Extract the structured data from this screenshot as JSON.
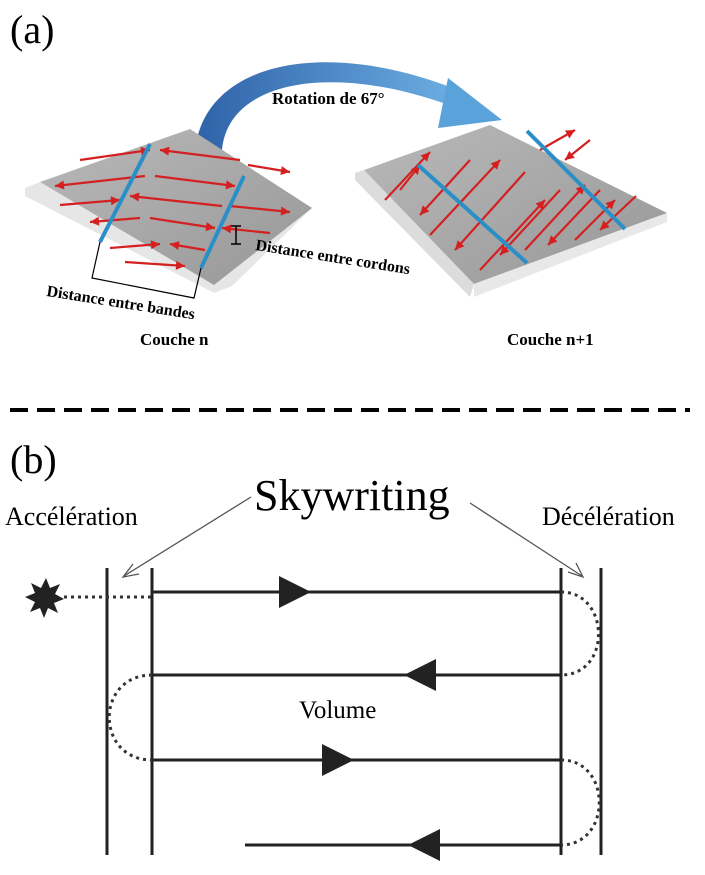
{
  "panel_a": {
    "label": "(a)",
    "rotation_label": "Rotation de 67°",
    "hatch_distance_label": "Distance entre cordons",
    "stripe_distance_label": "Distance entre bandes",
    "layer_n_label": "Couche n",
    "layer_n1_label": "Couche n+1",
    "colors": {
      "plate": "#a8a8a8",
      "scan_arrow": "#d42020",
      "stripe_border": "#2a8fc7",
      "rotation_arrow": "#3c7fc4"
    }
  },
  "panel_b": {
    "label": "(b)",
    "skywriting_label": "Skywriting",
    "acceleration_label": "Accélération",
    "deceleration_label": "Décélération",
    "volume_label": "Volume",
    "colors": {
      "lines": "#222222"
    }
  }
}
